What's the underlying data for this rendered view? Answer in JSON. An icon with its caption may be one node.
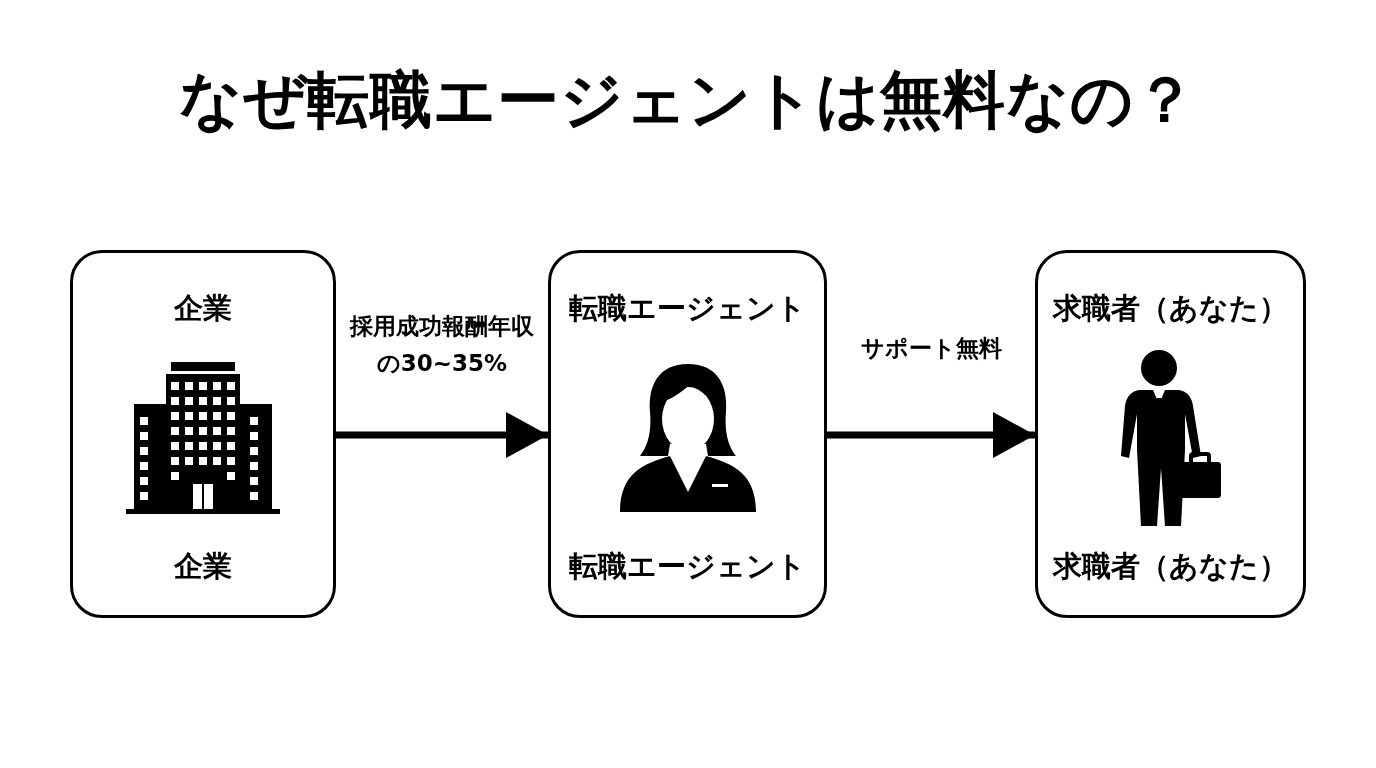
{
  "diagram": {
    "title": "なぜ転職エージェントは無料なの？",
    "nodes": [
      {
        "text": [
          "企業",
          "企業"
        ]
      },
      {
        "text": [
          "転職エージェント",
          "転職エージェント"
        ]
      },
      {
        "text": [
          "求職者（あなた）",
          "求職者（あなた）"
        ]
      }
    ],
    "edges": [
      {
        "from": 0,
        "to": 1,
        "arrow": "to",
        "label": "採用成功報酬年収の30~35%"
      },
      {
        "from": 1,
        "to": 2,
        "arrow": "to",
        "label": "サポート無料"
      }
    ]
  }
}
